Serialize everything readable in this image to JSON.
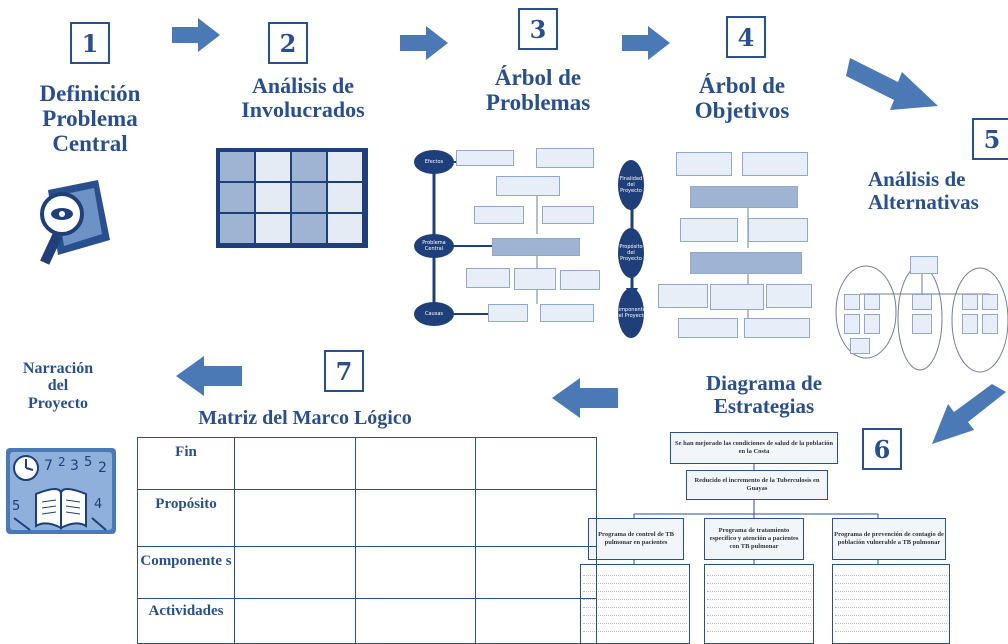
{
  "steps": [
    {
      "number": "1",
      "title_lines": [
        "Definición",
        "Problema",
        "Central"
      ]
    },
    {
      "number": "2",
      "title_lines": [
        "Análisis de",
        "Involucrados"
      ]
    },
    {
      "number": "3",
      "title_lines": [
        "Árbol de",
        "Problemas"
      ]
    },
    {
      "number": "4",
      "title_lines": [
        "Árbol de",
        "Objetivos"
      ]
    },
    {
      "number": "5",
      "title_lines": [
        "Análisis de",
        "Alternativas"
      ]
    },
    {
      "number": "6",
      "title_lines": [
        "Diagrama de",
        "Estrategias"
      ]
    },
    {
      "number": "7",
      "title_lines": [
        "Matriz del Marco Lógico"
      ]
    }
  ],
  "narration": {
    "title_lines": [
      "Narración",
      "del",
      "Proyecto"
    ]
  },
  "problem_tree": {
    "ovals": [
      "Efectos",
      "Problema Central",
      "Causas"
    ]
  },
  "objective_tree": {
    "ovals": [
      "Finalidad del Proyecto",
      "Propósito del Proyecto",
      "Componentes del Proyecto"
    ]
  },
  "matrix": {
    "rows": [
      "Fin",
      "Propósito",
      "Componente s",
      "Actividades"
    ]
  },
  "strategy": {
    "goal": "Se han mejorado las condiciones de salud de la población en la Costa",
    "purpose": "Reducido el incremento de la Tuberculosis en Guayas",
    "programs": [
      "Programa de control de TB pulmonar en pacientes",
      "Programa de tratamiento específico y atención a pacientes con TB pulmonar",
      "Programa de prevención de contagio de población vulnerable a TB pulmonar"
    ]
  },
  "colors": {
    "primary": "#2a4f8f",
    "arrow": "#4a79b5",
    "dark": "#1f3f7a"
  }
}
